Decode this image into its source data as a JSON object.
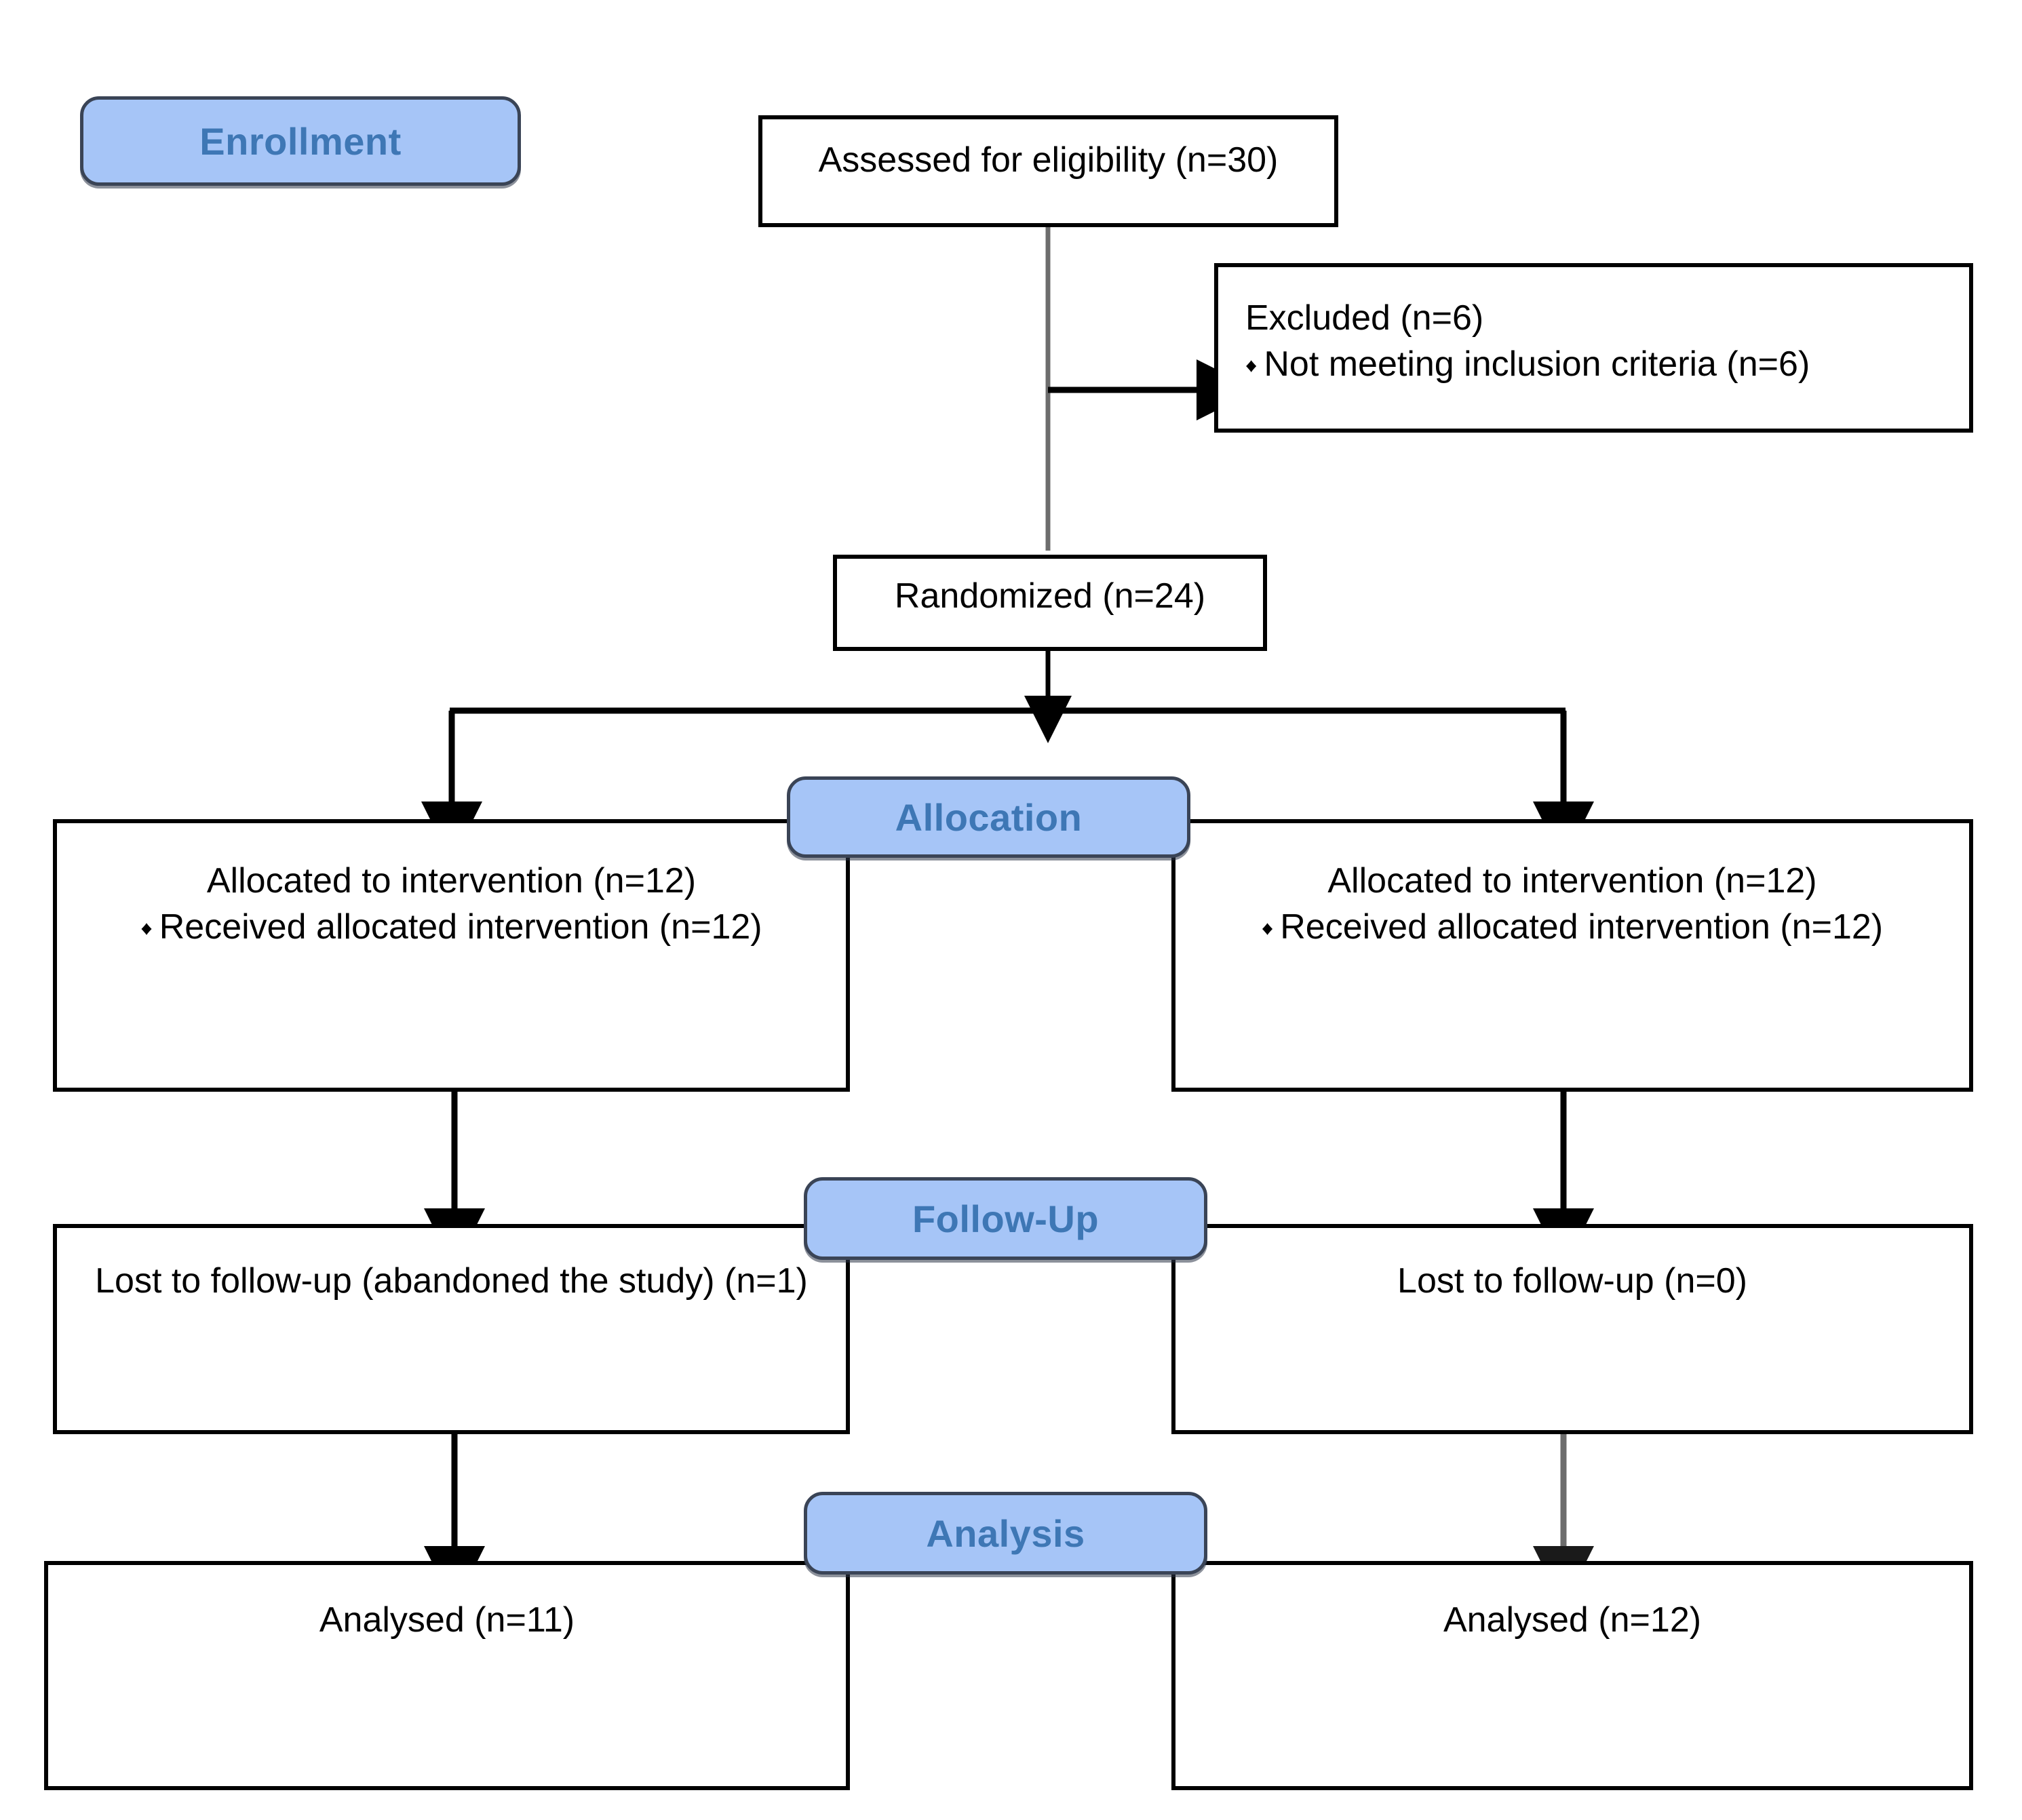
{
  "diagram": {
    "title": "CONSORT participant flow diagram",
    "colors": {
      "badge_fill": "#A6C5F7",
      "badge_text": "#3E77B5",
      "badge_border": "#3A4456",
      "box_border": "#000000",
      "connector_black": "#000000",
      "connector_gray": "#666666",
      "background": "#FFFFFF"
    }
  },
  "stages": [
    {
      "id": "enrollment",
      "label": "Enrollment"
    },
    {
      "id": "allocation",
      "label": "Allocation"
    },
    {
      "id": "followup",
      "label": "Follow-Up"
    },
    {
      "id": "analysis",
      "label": "Analysis"
    }
  ],
  "boxes": {
    "assessed": {
      "name": "assessed-for-eligibility-box",
      "lines": [
        "Assessed for eligibility (n=30)"
      ],
      "align": "center"
    },
    "excluded": {
      "name": "excluded-box",
      "heading": "Excluded (n=6)",
      "bullets": [
        "Not meeting inclusion criteria (n=6)"
      ],
      "align": "left"
    },
    "randomized": {
      "name": "randomized-box",
      "lines": [
        "Randomized (n=24)"
      ],
      "align": "center"
    },
    "alloc_left": {
      "name": "allocated-left-box",
      "heading": "Allocated to intervention (n=12)",
      "bullets": [
        "Received allocated intervention (n=12)"
      ],
      "align": "center"
    },
    "alloc_right": {
      "name": "allocated-right-box",
      "heading": "Allocated to intervention (n=12)",
      "bullets": [
        "Received allocated intervention (n=12)"
      ],
      "align": "center"
    },
    "followup_left": {
      "name": "lost-to-followup-left-box",
      "lines": [
        "Lost to follow-up (abandoned the study) (n=1)"
      ],
      "align": "center"
    },
    "followup_right": {
      "name": "lost-to-followup-right-box",
      "lines": [
        "Lost to follow-up (n=0)"
      ],
      "align": "center"
    },
    "analysis_left": {
      "name": "analysed-left-box",
      "lines": [
        "Analysed (n=11)"
      ],
      "align": "center"
    },
    "analysis_right": {
      "name": "analysed-right-box",
      "lines": [
        "Analysed (n=12)"
      ],
      "align": "center"
    }
  },
  "bullet_glyph": "♦",
  "chart_data": {
    "type": "table",
    "title": "CONSORT flow of participants",
    "nodes": [
      {
        "stage": "Enrollment",
        "label": "Assessed for eligibility",
        "n": 30
      },
      {
        "stage": "Enrollment",
        "label": "Excluded",
        "n": 6
      },
      {
        "stage": "Enrollment",
        "label": "Not meeting inclusion criteria",
        "n": 6
      },
      {
        "stage": "Enrollment",
        "label": "Randomized",
        "n": 24
      },
      {
        "stage": "Allocation",
        "label": "Allocated to intervention (arm 1)",
        "n": 12
      },
      {
        "stage": "Allocation",
        "label": "Received allocated intervention (arm 1)",
        "n": 12
      },
      {
        "stage": "Allocation",
        "label": "Allocated to intervention (arm 2)",
        "n": 12
      },
      {
        "stage": "Allocation",
        "label": "Received allocated intervention (arm 2)",
        "n": 12
      },
      {
        "stage": "Follow-Up",
        "label": "Lost to follow-up (abandoned the study) (arm 1)",
        "n": 1
      },
      {
        "stage": "Follow-Up",
        "label": "Lost to follow-up (arm 2)",
        "n": 0
      },
      {
        "stage": "Analysis",
        "label": "Analysed (arm 1)",
        "n": 11
      },
      {
        "stage": "Analysis",
        "label": "Analysed (arm 2)",
        "n": 12
      }
    ]
  }
}
